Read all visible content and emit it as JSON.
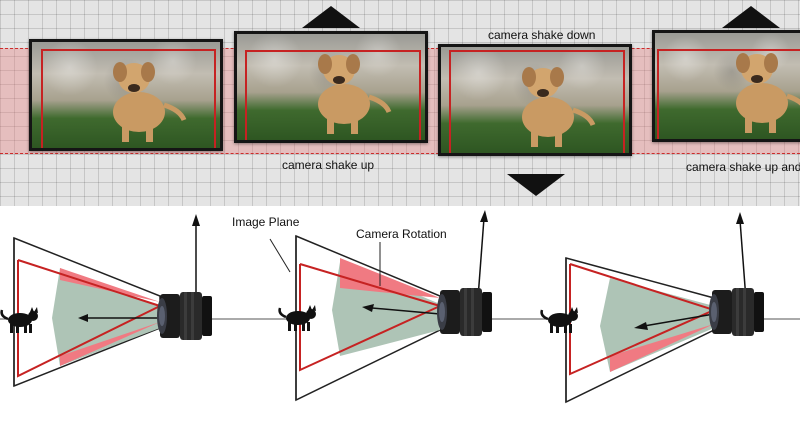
{
  "top_strip": {
    "captions": {
      "frame2": "camera shake up",
      "frame3": "camera shake down",
      "frame4": "camera shake up and"
    }
  },
  "bottom_diagram": {
    "labels": {
      "image_plane": "Image Plane",
      "camera_rotation": "Camera Rotation"
    }
  },
  "colors": {
    "red_highlight": "#c62222",
    "cone_red": "#f07a82",
    "cone_green": "#aec4b6",
    "frame_border": "#151515"
  }
}
